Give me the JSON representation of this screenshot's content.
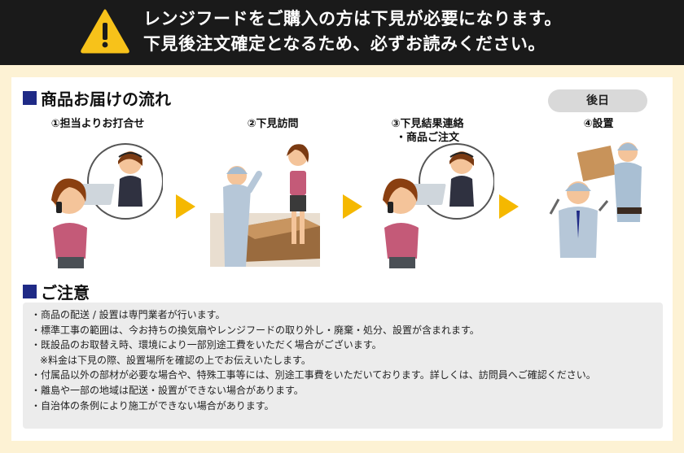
{
  "banner": {
    "line1": "レンジフードをご購入の方は下見が必要になります。",
    "line2": "下見後注文確定となるため、必ずお読みください。"
  },
  "flow": {
    "title": "商品お届けの流れ",
    "after_label": "後日",
    "steps": [
      {
        "label": "①担当よりお打合せ"
      },
      {
        "label": "②下見訪問"
      },
      {
        "label": "③下見結果連絡",
        "label2": "・商品ご注文"
      },
      {
        "label": "④設置"
      }
    ]
  },
  "notes": {
    "title": "ご注意",
    "items": [
      "・商品の配送 / 設置は専門業者が行います。",
      "・標準工事の範囲は、今お持ちの換気扇やレンジフードの取り外し・廃棄・処分、設置が含まれます。",
      "・既設品のお取替え時、環境により一部別途工費をいただく場合がございます。",
      "※料金は下見の際、設置場所を確認の上でお伝えいたします。",
      "・付属品以外の部材が必要な場合や、特殊工事等には、別途工事費をいただいております。詳しくは、訪問員へご確認ください。",
      "・離島や一部の地域は配送・設置ができない場合があります。",
      "・自治体の条例により施工ができない場合があります。"
    ]
  },
  "colors": {
    "banner_bg": "#1a1a1a",
    "warning_yellow": "#f7c21a",
    "arrow_yellow": "#f5b800",
    "page_bg": "#fdf2d4",
    "title_square": "#1f2a86"
  },
  "icons": [
    "warning-icon",
    "arrow-right-icon"
  ]
}
